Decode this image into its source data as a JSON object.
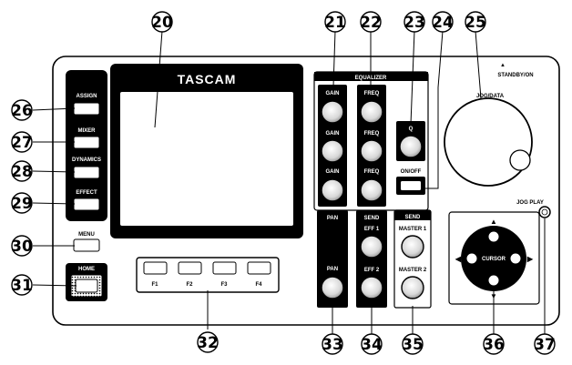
{
  "device": {
    "brand": "TASCAM",
    "standby_label": "STANDBY/ON",
    "standby_arrow": "▲",
    "jog_label": "JOG/DATA",
    "jog_play_label": "JOG PLAY",
    "equalizer_label": "EQUALIZER",
    "gain_labels": [
      "GAIN",
      "GAIN",
      "GAIN"
    ],
    "freq_labels": [
      "FREQ",
      "FREQ",
      "FREQ"
    ],
    "q_label": "Q",
    "onoff_label": "ON/OFF",
    "left_buttons": [
      "ASSIGN",
      "MIXER",
      "DYNAMICS",
      "EFFECT"
    ],
    "menu_label": "MENU",
    "home_label": "HOME",
    "function_keys": [
      "F1",
      "F2",
      "F3",
      "F4"
    ],
    "pan_header": "PAN",
    "pan_knob_label": "PAN",
    "send_header_1": "SEND",
    "eff_labels": [
      "EFF 1",
      "EFF 2"
    ],
    "send_header_2": "SEND",
    "master_labels": [
      "MASTER 1",
      "MASTER 2"
    ],
    "cursor_label": "CURSOR",
    "cursor_arrows": [
      "▲",
      "◀",
      "▶",
      "▼"
    ]
  },
  "callouts": {
    "top": [
      "20",
      "21",
      "22",
      "23",
      "24",
      "25"
    ],
    "left": [
      "26",
      "27",
      "28",
      "29",
      "30",
      "31"
    ],
    "bottom": [
      "32",
      "33",
      "34",
      "35",
      "36",
      "37"
    ]
  }
}
